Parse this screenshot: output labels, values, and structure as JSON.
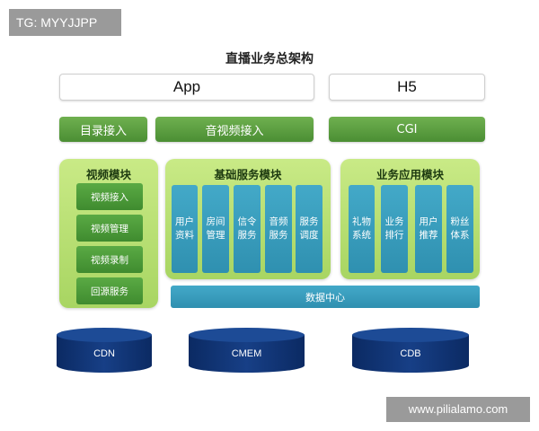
{
  "watermarks": {
    "top_left": "TG: MYYJJPP",
    "bottom_right": "www.pilialamo.com"
  },
  "title": "直播业务总架构",
  "clients": {
    "app": "App",
    "h5": "H5"
  },
  "access": {
    "catalog": "目录接入",
    "av": "音视频接入",
    "cgi": "CGI"
  },
  "video_module": {
    "title": "视频模块",
    "items": [
      "视频接入",
      "视频管理",
      "视频录制",
      "回源服务"
    ]
  },
  "base_module": {
    "title": "基础服务模块",
    "columns": [
      [
        "用户",
        "资料"
      ],
      [
        "房间",
        "管理"
      ],
      [
        "信令",
        "服务"
      ],
      [
        "音频",
        "服务"
      ],
      [
        "服务",
        "调度"
      ]
    ]
  },
  "app_module": {
    "title": "业务应用模块",
    "columns": [
      [
        "礼物",
        "系统"
      ],
      [
        "业务",
        "排行"
      ],
      [
        "用户",
        "推荐"
      ],
      [
        "粉丝",
        "体系"
      ]
    ]
  },
  "data_center": "数据中心",
  "storage": [
    "CDN",
    "CMEM",
    "CDB"
  ],
  "colors": {
    "module_green": "#b9e077",
    "button_green": "#4b8e34",
    "teal": "#389cbc",
    "storage_navy": "#0e2e6b"
  }
}
